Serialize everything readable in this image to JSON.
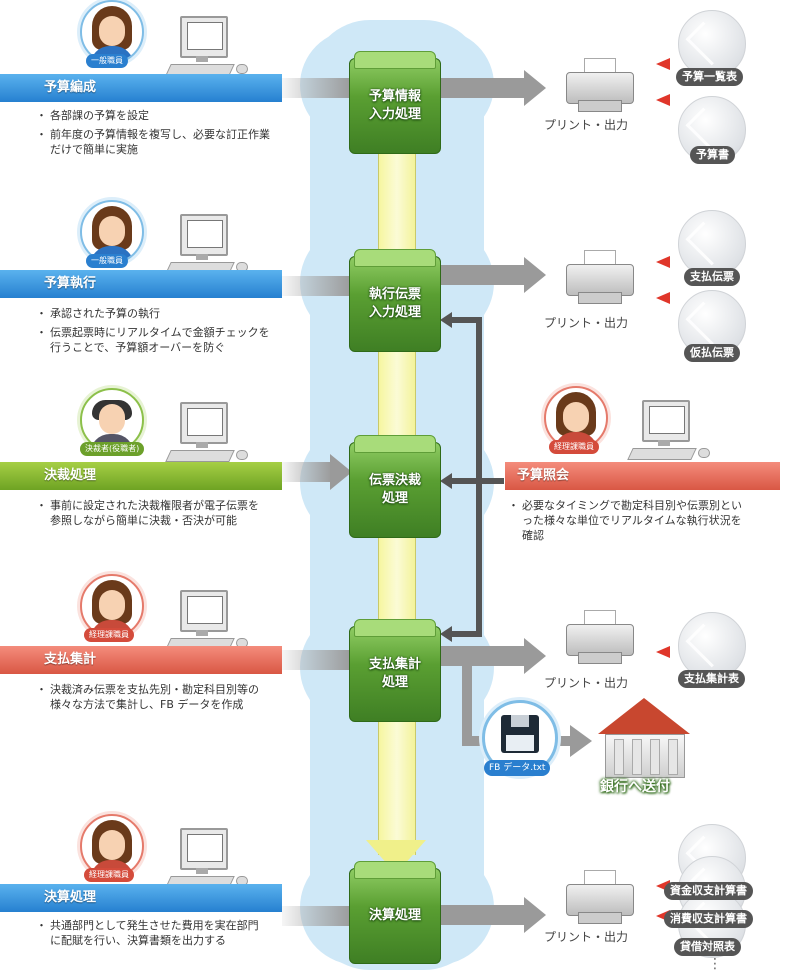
{
  "sections": [
    {
      "title": "予算編成",
      "role": "一般職員",
      "items": [
        "各部課の予算を設定",
        "前年度の予算情報を複写し、必要な訂正作業だけで簡単に実施"
      ]
    },
    {
      "title": "予算執行",
      "role": "一般職員",
      "items": [
        "承認された予算の執行",
        "伝票起票時にリアルタイムで金額チェックを行うことで、予算額オーバーを防ぐ"
      ]
    },
    {
      "title": "決裁処理",
      "role": "決裁者(役職者)",
      "items": [
        "事前に設定された決裁権限者が電子伝票を参照しながら簡単に決裁・否決が可能"
      ]
    },
    {
      "title": "支払集計",
      "role": "経理課職員",
      "items": [
        "決裁済み伝票を支払先別・勘定科目別等の様々な方法で集計し、FB データを作成"
      ]
    },
    {
      "title": "決算処理",
      "role": "経理課職員",
      "items": [
        "共通部門として発生させた費用を実在部門に配賦を行い、決算書類を出力する"
      ]
    }
  ],
  "right_section": {
    "title": "予算照会",
    "role": "経理課職員",
    "items": [
      "必要なタイミングで勘定科目別や伝票別といった様々な単位でリアルタイムな執行状況を確認"
    ]
  },
  "process_nodes": [
    "予算情報\n入力処理",
    "執行伝票\n入力処理",
    "伝票決裁\n処理",
    "支払集計\n処理",
    "決算処理"
  ],
  "print_label": "プリント・出力",
  "outputs": {
    "budget": [
      "予算一覧表",
      "予算書"
    ],
    "execution": [
      "支払伝票",
      "仮払伝票"
    ],
    "payment": [
      "支払集計表"
    ],
    "closing": [
      "資金収支計算書",
      "消費収支計算書",
      "貸借対照表"
    ],
    "more": "⋮"
  },
  "fb_file": "FB データ.txt",
  "bank_label": "銀行へ送付"
}
